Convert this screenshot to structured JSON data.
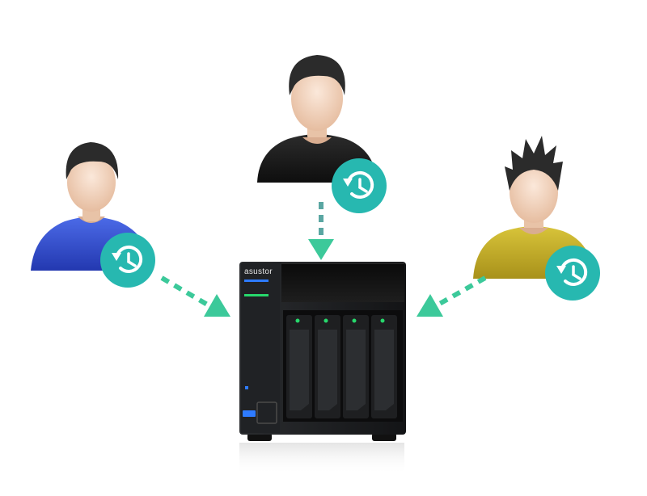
{
  "device": {
    "brand_label": "asustor",
    "bay_count": 4
  },
  "users": [
    {
      "id": "left",
      "shirt_color": "#2f4fd0",
      "hair_style": "short",
      "badge_icon": "backup-history-icon"
    },
    {
      "id": "center",
      "shirt_color": "#1b1b1b",
      "hair_style": "short",
      "badge_icon": "backup-history-icon"
    },
    {
      "id": "right",
      "shirt_color": "#c2ad1f",
      "hair_style": "spiky",
      "badge_icon": "backup-history-icon"
    }
  ],
  "colors": {
    "badge": "#27b8b0",
    "arrow": "#3cc99a",
    "device_body": "#1a1c1e",
    "led_green": "#27d86c",
    "led_blue": "#2e7bff",
    "skin": "#f3d7c2",
    "hair": "#2b2b2b"
  }
}
